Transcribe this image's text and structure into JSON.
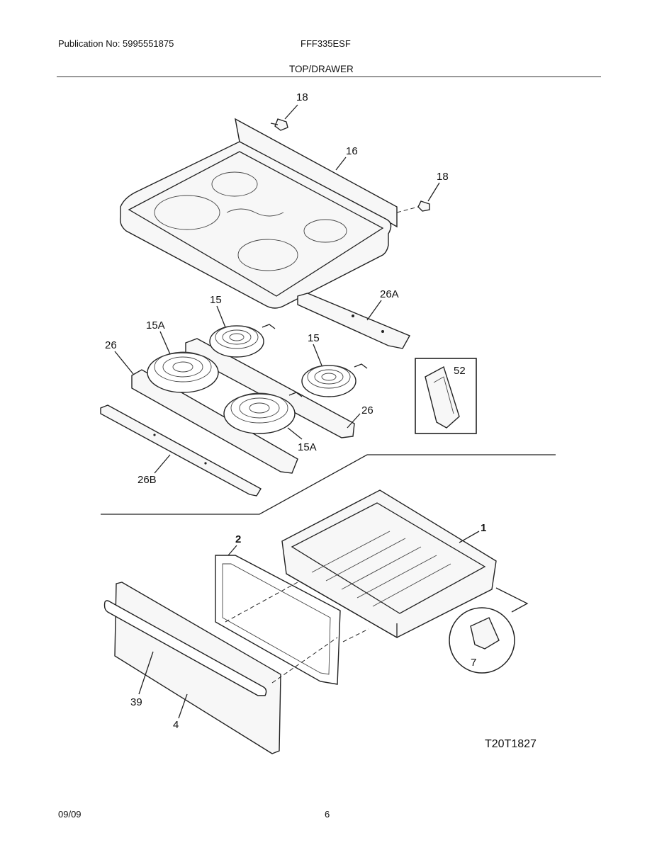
{
  "header": {
    "publication": "Publication No: 5995551875",
    "model": "FFF335ESF",
    "section_title": "TOP/DRAWER"
  },
  "footer": {
    "date": "09/09",
    "page_number": "6"
  },
  "diagram_code": "T20T1827",
  "callouts": {
    "c18a": "18",
    "c16": "16",
    "c18b": "18",
    "c26A": "26A",
    "c15a": "15",
    "c15A_top": "15A",
    "c26_left": "26",
    "c15b": "15",
    "c52": "52",
    "c26_right": "26",
    "c15A_bottom": "15A",
    "c26B": "26B",
    "c1": "1",
    "c2": "2",
    "c7": "7",
    "c39": "39",
    "c4": "4"
  }
}
